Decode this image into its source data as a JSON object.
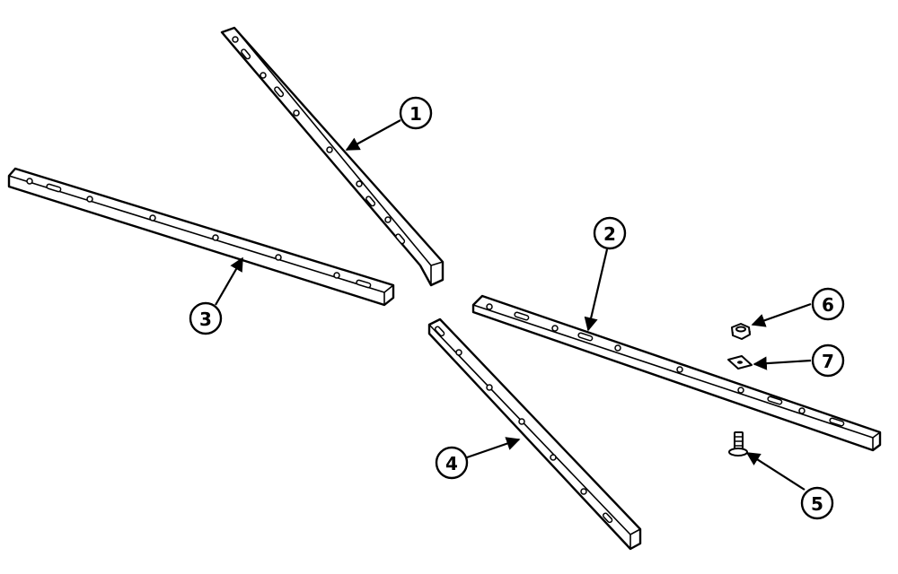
{
  "diagram": {
    "parts": [
      {
        "id": "rail-1",
        "callout": "1"
      },
      {
        "id": "rail-2",
        "callout": "2"
      },
      {
        "id": "rail-3",
        "callout": "3"
      },
      {
        "id": "rail-4",
        "callout": "4"
      },
      {
        "id": "carriage-bolt",
        "callout": "5"
      },
      {
        "id": "nut",
        "callout": "6"
      },
      {
        "id": "square-washer",
        "callout": "7"
      }
    ]
  }
}
